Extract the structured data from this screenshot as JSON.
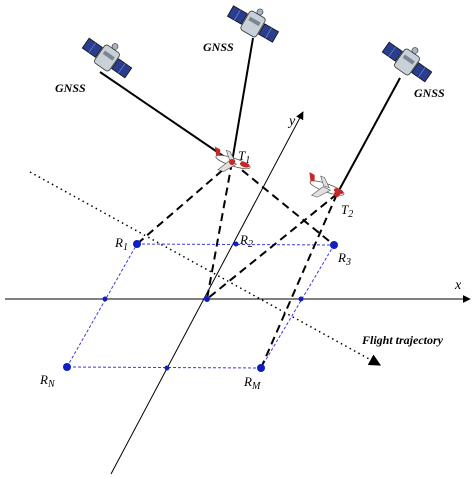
{
  "satellites": [
    {
      "label": "GNSS"
    },
    {
      "label": "GNSS"
    },
    {
      "label": "GNSS"
    }
  ],
  "aircraft": [
    {
      "label": "T",
      "sub": "1"
    },
    {
      "label": "T",
      "sub": "2"
    }
  ],
  "receivers": [
    {
      "label": "R",
      "sub": "1"
    },
    {
      "label": "R",
      "sub": "2"
    },
    {
      "label": "R",
      "sub": "3"
    },
    {
      "label": "R",
      "sub": "N"
    },
    {
      "label": "R",
      "sub": "M"
    }
  ],
  "axes": {
    "x": "x",
    "y": "y"
  },
  "trajectory_label": "Flight trajectory",
  "colors": {
    "grid": "#3b3bd9",
    "node": "#1020c0",
    "line": "#000000",
    "aircraft_body": "#ffffff",
    "aircraft_accent": "#c62828",
    "satellite_panel": "#2a3e8f",
    "satellite_body": "#c8d0d8"
  }
}
